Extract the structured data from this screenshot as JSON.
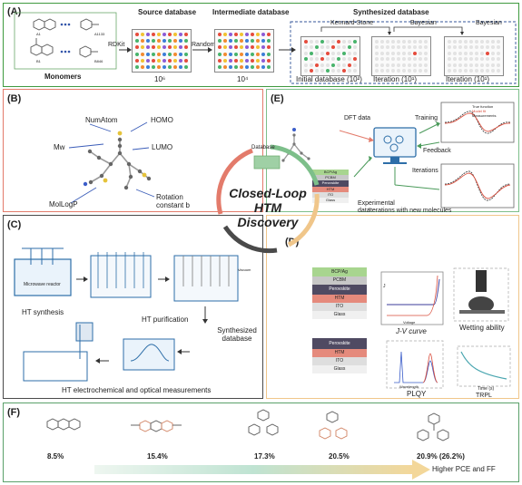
{
  "panel_a": {
    "label": "(A)",
    "monomers_label": "Monomers",
    "rdkit_label": "RDKit",
    "random_label": "Random",
    "source_db_label": "Source database",
    "intermediate_db_label": "Intermediate database",
    "synthesized_db_label": "Synthesized database",
    "kennard_stone_label": "Kennard-Stone",
    "bayesian_label_1": "Bayesian",
    "bayesian_label_2": "Bayesian",
    "source_count": "10⁶",
    "intermediate_count": "10⁴",
    "initial_db_label": "Initial database (10²)",
    "iteration_label_1": "Iteration (10¹)",
    "iteration_label_2": "Iteration (10¹)",
    "mol_labels": [
      "A1",
      "A1133",
      "B1",
      "B846"
    ]
  },
  "panel_b": {
    "label": "(B)",
    "descriptors": [
      "NumAtom",
      "HOMO",
      "Mw",
      "LUMO",
      "MolLogP",
      "Rotation constant b"
    ]
  },
  "center": {
    "title_line1": "Closed-Loop",
    "title_line2": "HTM",
    "title_line3": "Discovery",
    "database_label": "Database"
  },
  "panel_c": {
    "label": "(C)",
    "microwave_reactor": "Microwave reactor",
    "vacuum_label": "Vacuum",
    "ht_synthesis": "HT synthesis",
    "ht_purification": "HT purification",
    "synthesized_database": "Synthesized database",
    "ht_measurements": "HT electrochemical and optical measurements"
  },
  "panel_d": {
    "label": "(D)",
    "stack1": [
      "BCP/Ag",
      "PCBM",
      "Perovskite",
      "HTM",
      "ITO",
      "Glass"
    ],
    "stack2": [
      "Perovskite",
      "HTM",
      "ITO",
      "Glass"
    ],
    "jv_caption": "J-V curve",
    "jv_xlabel": "Voltage",
    "jv_ylabel": "J",
    "wetting_caption": "Wetting ability",
    "plqy_caption": "PLQY",
    "plqy_xlabel": "Wavelength",
    "trpl_caption": "TRPL",
    "trpl_xlabel": "Time (s)"
  },
  "panel_e": {
    "label": "(E)",
    "dft_data": "DFT data",
    "training": "Training",
    "feedback": "Feedback",
    "iterations": "Iterations",
    "experimental_data": "Experimental data",
    "iterations_new_molecules": "Iterations with new molecules",
    "stack": [
      "BCP/Ag",
      "PCBM",
      "Perovskite",
      "HTM",
      "ITO",
      "Glass"
    ],
    "legend": [
      "True function",
      "Model fit",
      "Measurements"
    ]
  },
  "panel_f": {
    "label": "(F)",
    "values": [
      "8.5%",
      "15.4%",
      "17.3%",
      "20.5%",
      "20.9% (26.2%)"
    ],
    "arrow_caption": "Higher PCE and FF"
  },
  "colors": {
    "panel_a_border": "#3f9a3f",
    "panel_b_border": "#e37b6b",
    "panel_c_border": "#4a4a4a",
    "panel_d_border": "#f0c68a",
    "panel_e_border": "#7dbf8a",
    "panel_f_border": "#5aa06a"
  }
}
